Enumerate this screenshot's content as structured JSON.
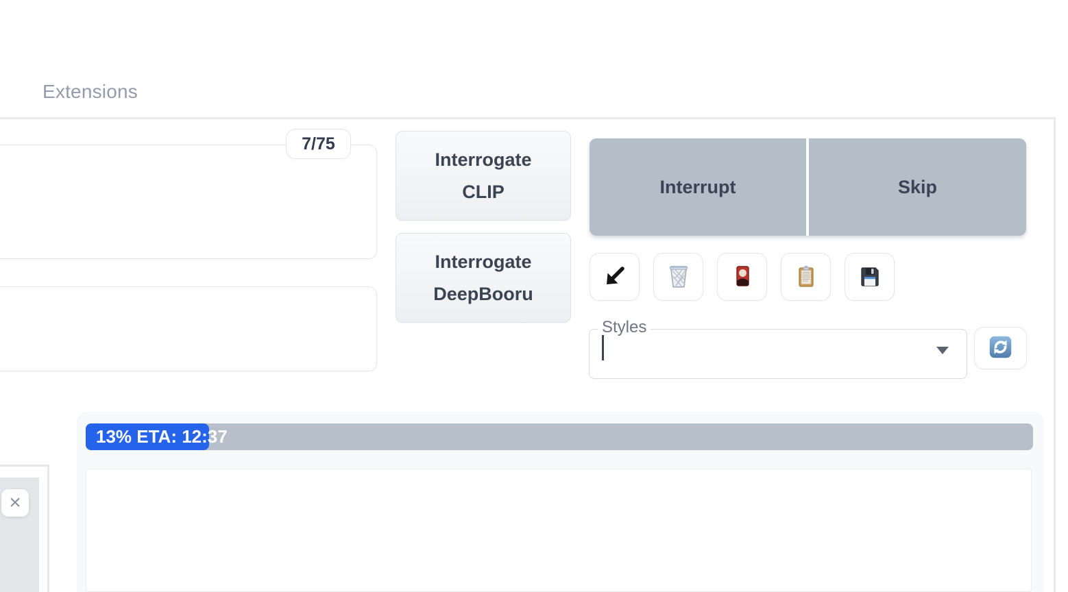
{
  "header": {
    "tab_label": "Extensions"
  },
  "prompt_panel": {
    "token_counter": "7/75",
    "prompt_value": "",
    "prompt_placeholder": "",
    "negative_prompt_value": ""
  },
  "interrogate": {
    "clip_label": "Interrogate CLIP",
    "deepbooru_label": "Interrogate DeepBooru"
  },
  "generation_controls": {
    "interrupt_label": "Interrupt",
    "skip_label": "Skip"
  },
  "prompt_tools": {
    "icons": [
      "arrow-down-left-icon",
      "trash-icon",
      "card-icon",
      "clipboard-icon",
      "save-icon"
    ]
  },
  "styles": {
    "label": "Styles",
    "value": "",
    "refresh_icon": "refresh-icon"
  },
  "progress": {
    "percent": 13,
    "label": "13% ETA: 12:37",
    "eta": "12:37"
  },
  "image_upload": {
    "close_glyph": "×"
  },
  "colors": {
    "accent_blue": "#2563eb",
    "progress_track": "#b7c0ca",
    "stop_button": "#b4bec9",
    "panel_bg": "#f8f9fb",
    "border": "#e7e9ec",
    "tab_text": "#949cab"
  }
}
